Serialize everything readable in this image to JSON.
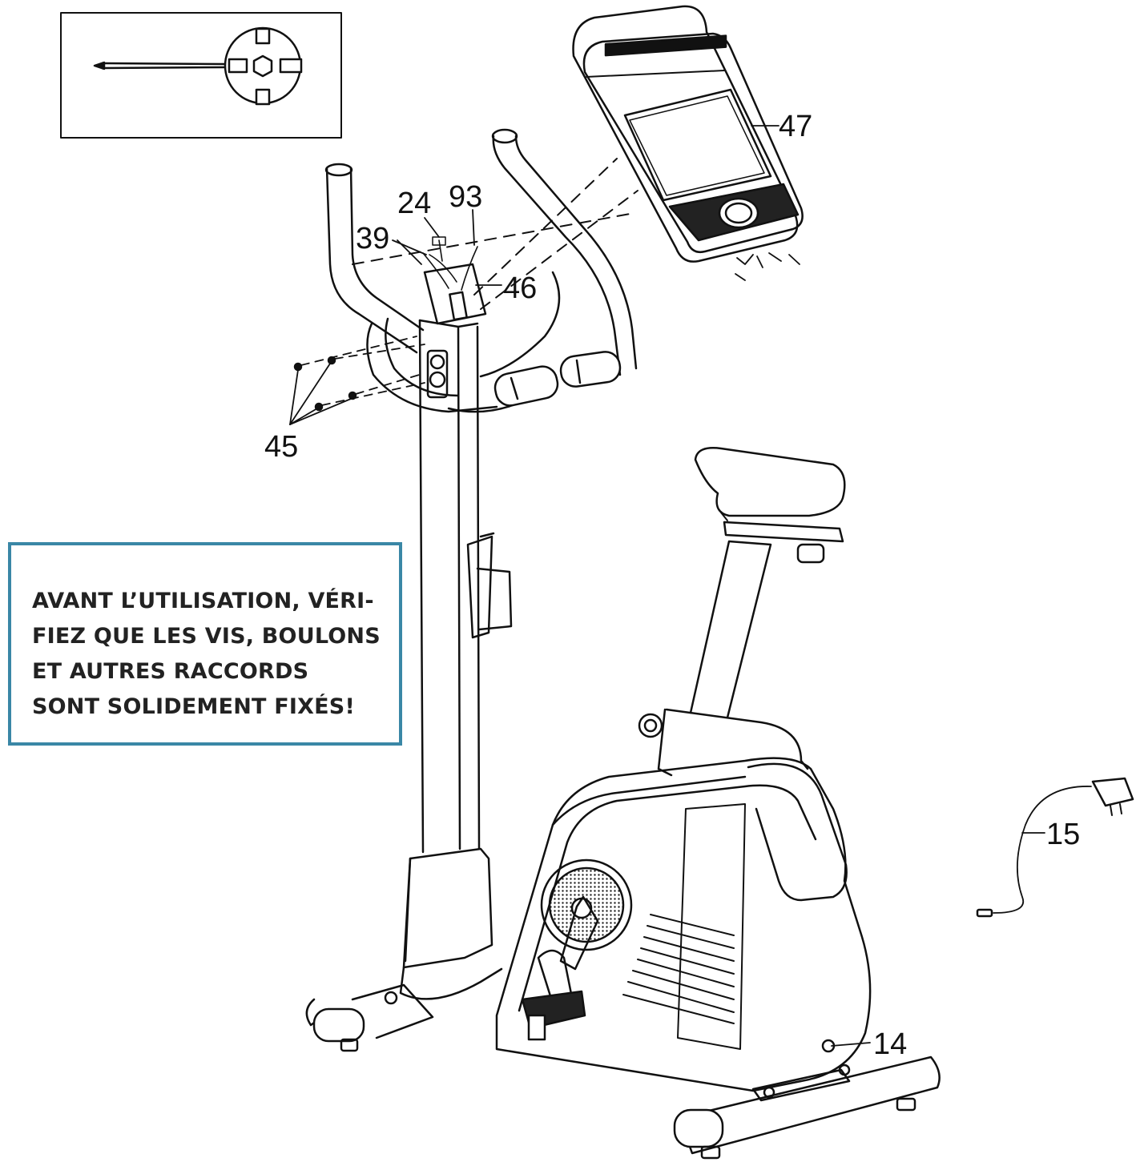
{
  "colors": {
    "line": "#111111",
    "accent": "#3a87a6",
    "background": "#ffffff"
  },
  "tool_box": {
    "icon": "screwdriver-wrench-tool-icon"
  },
  "parts": [
    {
      "id": "47",
      "label": "47"
    },
    {
      "id": "24",
      "label": "24"
    },
    {
      "id": "93",
      "label": "93"
    },
    {
      "id": "39",
      "label": "39"
    },
    {
      "id": "46",
      "label": "46"
    },
    {
      "id": "45",
      "label": "45"
    },
    {
      "id": "15",
      "label": "15"
    },
    {
      "id": "14",
      "label": "14"
    }
  ],
  "notice": {
    "lines": [
      "AVANT L’UTILISATION, VÉRI-",
      "FIEZ QUE LES VIS, BOULONS",
      "ET AUTRES RACCORDS",
      "SONT SOLIDEMENT FIXÉS!"
    ]
  }
}
